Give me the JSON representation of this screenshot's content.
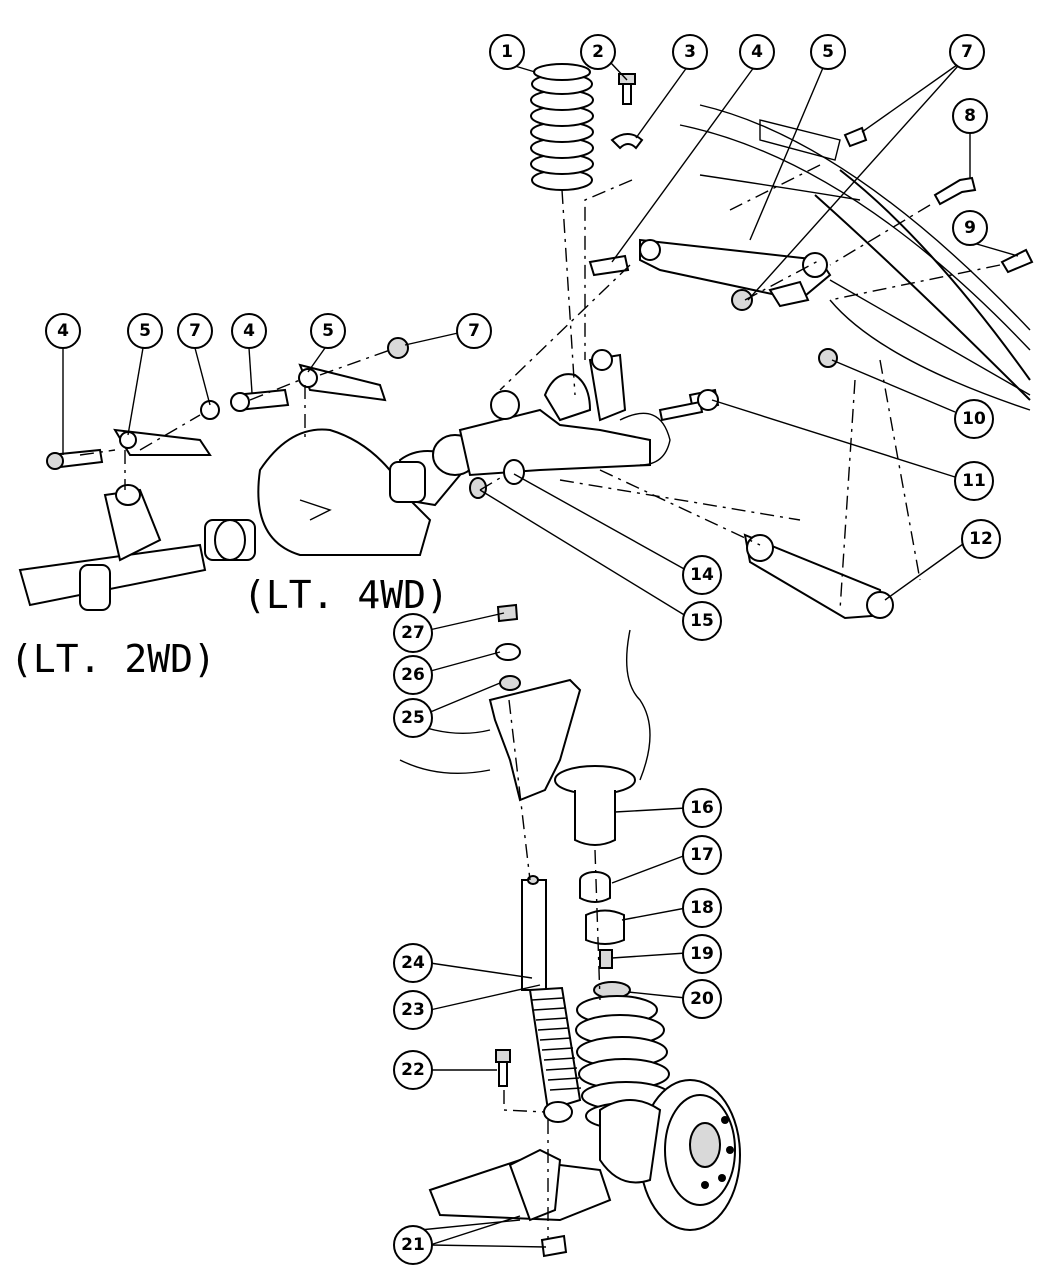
{
  "variant_labels": {
    "four_wd": "(LT. 4WD)",
    "two_wd": "(LT. 2WD)"
  },
  "callouts": [
    {
      "id": "c1",
      "number": "1"
    },
    {
      "id": "c2",
      "number": "2"
    },
    {
      "id": "c3",
      "number": "3"
    },
    {
      "id": "c4a",
      "number": "4"
    },
    {
      "id": "c5a",
      "number": "5"
    },
    {
      "id": "c7a",
      "number": "7"
    },
    {
      "id": "c8",
      "number": "8"
    },
    {
      "id": "c9",
      "number": "9"
    },
    {
      "id": "c10",
      "number": "10"
    },
    {
      "id": "c11",
      "number": "11"
    },
    {
      "id": "c12",
      "number": "12"
    },
    {
      "id": "c14",
      "number": "14"
    },
    {
      "id": "c15",
      "number": "15"
    },
    {
      "id": "c4b",
      "number": "4"
    },
    {
      "id": "c5b",
      "number": "5"
    },
    {
      "id": "c7b",
      "number": "7"
    },
    {
      "id": "c4c",
      "number": "4"
    },
    {
      "id": "c5c",
      "number": "5"
    },
    {
      "id": "c7c",
      "number": "7"
    },
    {
      "id": "c16",
      "number": "16"
    },
    {
      "id": "c17",
      "number": "17"
    },
    {
      "id": "c18",
      "number": "18"
    },
    {
      "id": "c19",
      "number": "19"
    },
    {
      "id": "c20",
      "number": "20"
    },
    {
      "id": "c21",
      "number": "21"
    },
    {
      "id": "c22",
      "number": "22"
    },
    {
      "id": "c23",
      "number": "23"
    },
    {
      "id": "c24",
      "number": "24"
    },
    {
      "id": "c25",
      "number": "25"
    },
    {
      "id": "c26",
      "number": "26"
    },
    {
      "id": "c27",
      "number": "27"
    }
  ]
}
